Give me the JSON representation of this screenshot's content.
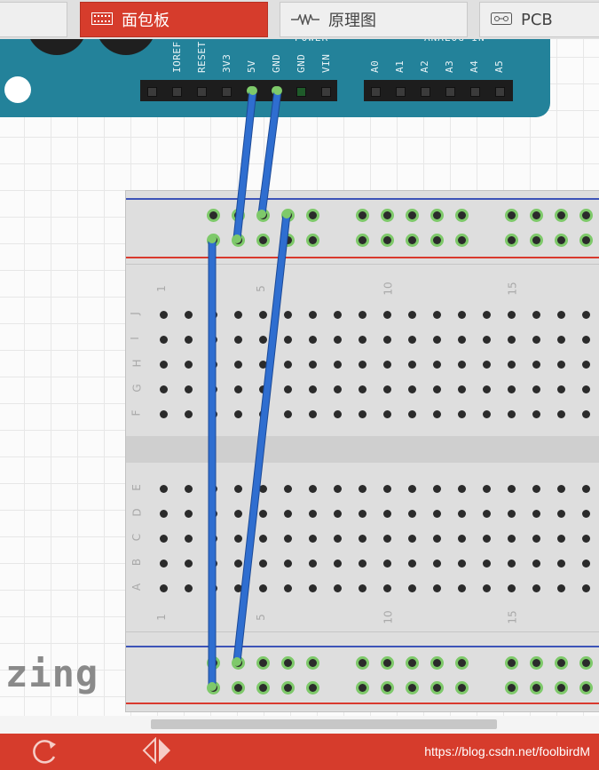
{
  "tabs": [
    {
      "label": "",
      "icon": "blank-icon",
      "active": false
    },
    {
      "label": "面包板",
      "icon": "breadboard-icon",
      "active": true
    },
    {
      "label": "原理图",
      "icon": "resistor-icon",
      "active": false
    },
    {
      "label": "PCB",
      "icon": "pcb-icon",
      "active": false
    }
  ],
  "arduino": {
    "power_title": "POWER",
    "analog_title": "ANALOG IN",
    "power_pins": [
      "IOREF",
      "RESET",
      "3V3",
      "5V",
      "GND",
      "GND",
      "VIN"
    ],
    "analog_pins": [
      "A0",
      "A1",
      "A2",
      "A3",
      "A4",
      "A5"
    ]
  },
  "breadboard": {
    "rows_top": [
      "J",
      "I",
      "H",
      "G",
      "F"
    ],
    "rows_bottom": [
      "E",
      "D",
      "C",
      "B",
      "A"
    ],
    "column_numbers": [
      "1",
      "5",
      "10",
      "15"
    ]
  },
  "logo_text": "zing",
  "bottom_toolbar": {
    "buttons": [
      "rotate-icon",
      "flip-icon"
    ],
    "watermark": "https://blog.csdn.net/foolbirdM"
  },
  "colors": {
    "accent": "#d63c2c",
    "arduino_board": "#23829a",
    "wire": "#2f6ed0",
    "rail_red": "#d93a2e",
    "rail_blue": "#3d54b8",
    "connected_pin": "#7ec96a"
  }
}
